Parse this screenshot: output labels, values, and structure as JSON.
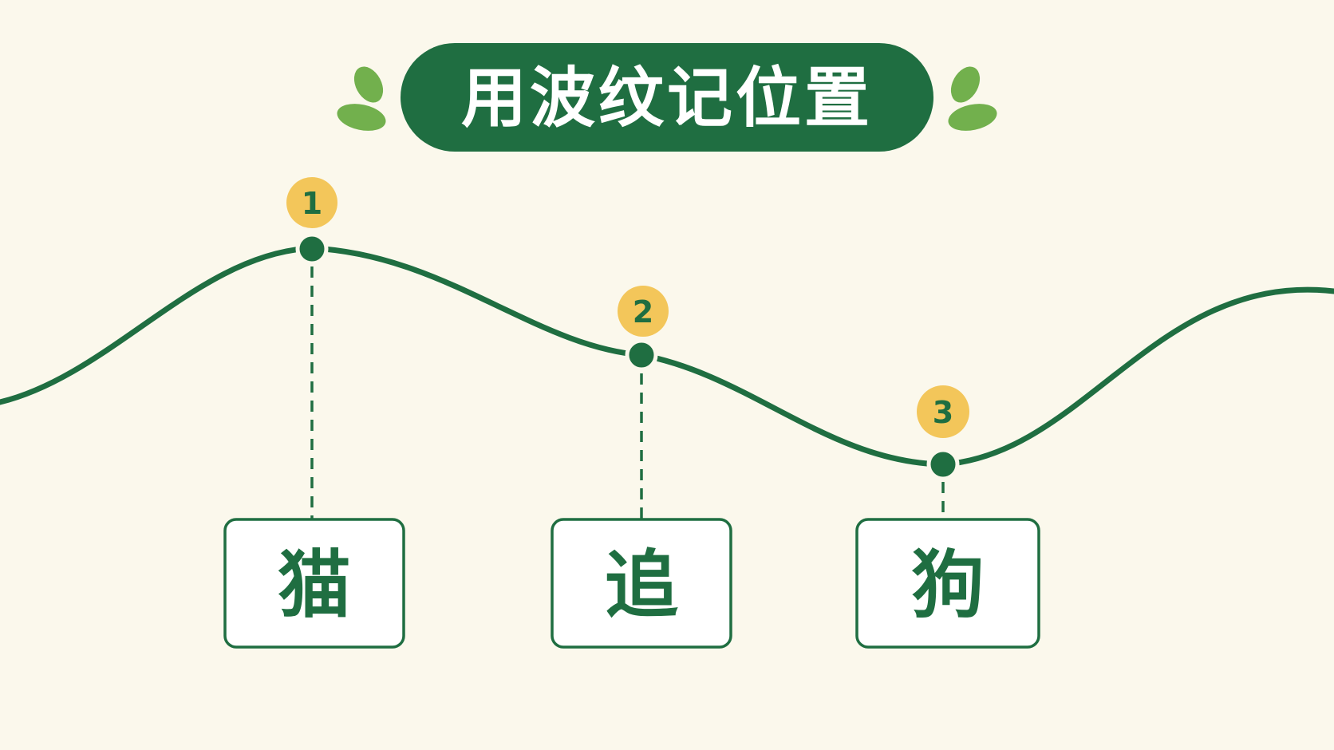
{
  "title": "用波纹记位置",
  "colors": {
    "background": "#fbf8ec",
    "primary_green": "#1f6e41",
    "leaf_green": "#72b04d",
    "badge_yellow": "#f3c65a",
    "card_fill": "#ffffff",
    "title_text": "#ffffff"
  },
  "icons": [
    "leaf-icon"
  ],
  "steps": [
    {
      "number": "1",
      "word": "猫"
    },
    {
      "number": "2",
      "word": "追"
    },
    {
      "number": "3",
      "word": "狗"
    }
  ]
}
